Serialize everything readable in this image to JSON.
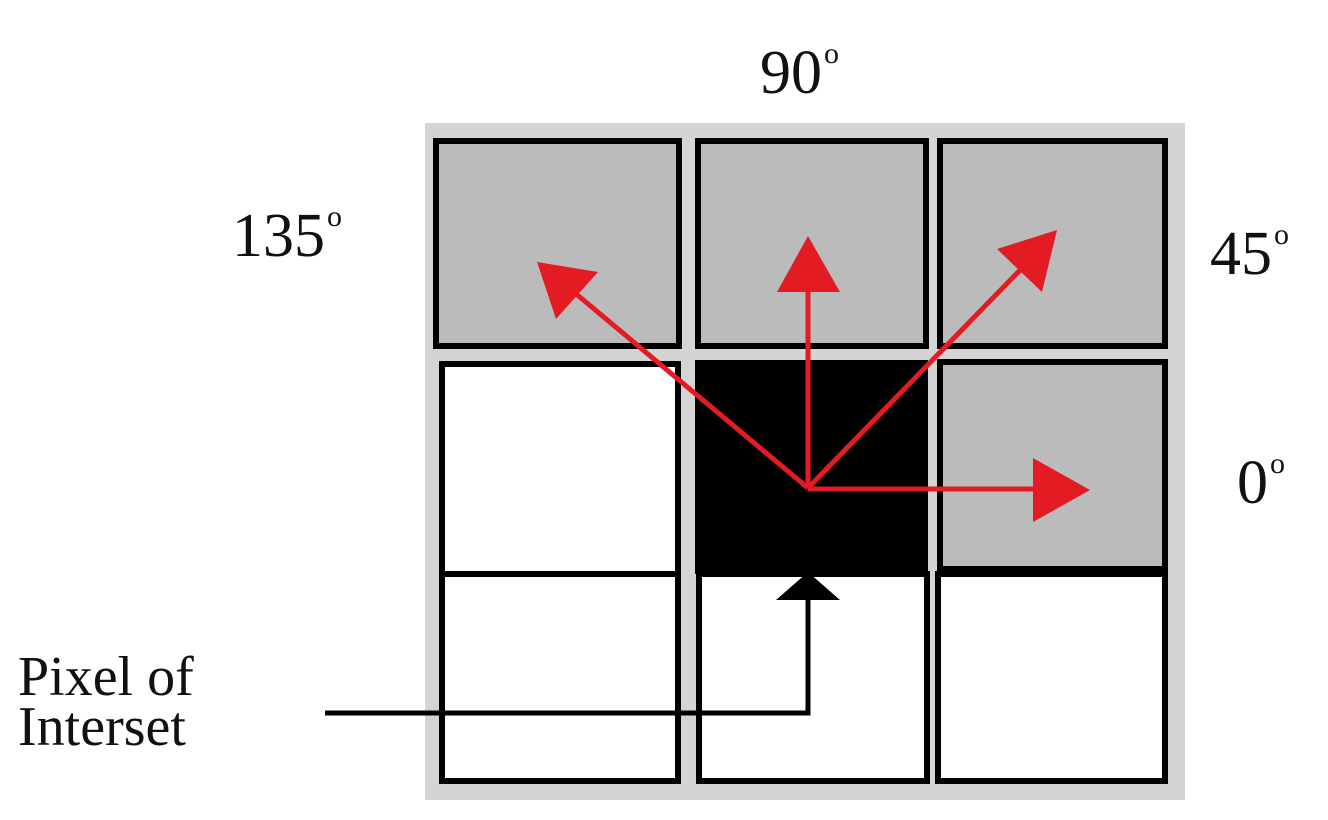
{
  "diagram": {
    "type": "pixel-neighborhood-direction-diagram",
    "grid": {
      "rows": 3,
      "cols": 3,
      "frame_color": "#d4d4d4",
      "border_color": "#000000",
      "cells": [
        {
          "row": 0,
          "col": 0,
          "fill": "#bcbbbc",
          "role": "neighbor-135"
        },
        {
          "row": 0,
          "col": 1,
          "fill": "#bcbbbc",
          "role": "neighbor-90"
        },
        {
          "row": 0,
          "col": 2,
          "fill": "#bcbbbc",
          "role": "neighbor-45"
        },
        {
          "row": 1,
          "col": 0,
          "fill": "#ffffff",
          "role": "empty"
        },
        {
          "row": 1,
          "col": 1,
          "fill": "#000000",
          "role": "pixel-of-interest"
        },
        {
          "row": 1,
          "col": 2,
          "fill": "#bcbbbc",
          "role": "neighbor-0"
        },
        {
          "row": 2,
          "col": 0,
          "fill": "#ffffff",
          "role": "empty"
        },
        {
          "row": 2,
          "col": 1,
          "fill": "#ffffff",
          "role": "empty"
        },
        {
          "row": 2,
          "col": 2,
          "fill": "#ffffff",
          "role": "empty"
        }
      ]
    },
    "arrow_color": "#e31b23",
    "directions": [
      {
        "angle": "135",
        "degree_symbol": "o"
      },
      {
        "angle": "90",
        "degree_symbol": "o"
      },
      {
        "angle": "45",
        "degree_symbol": "o"
      },
      {
        "angle": "0",
        "degree_symbol": "o"
      }
    ],
    "pointer_label": {
      "line1": "Pixel of",
      "line2": "Interset"
    }
  }
}
